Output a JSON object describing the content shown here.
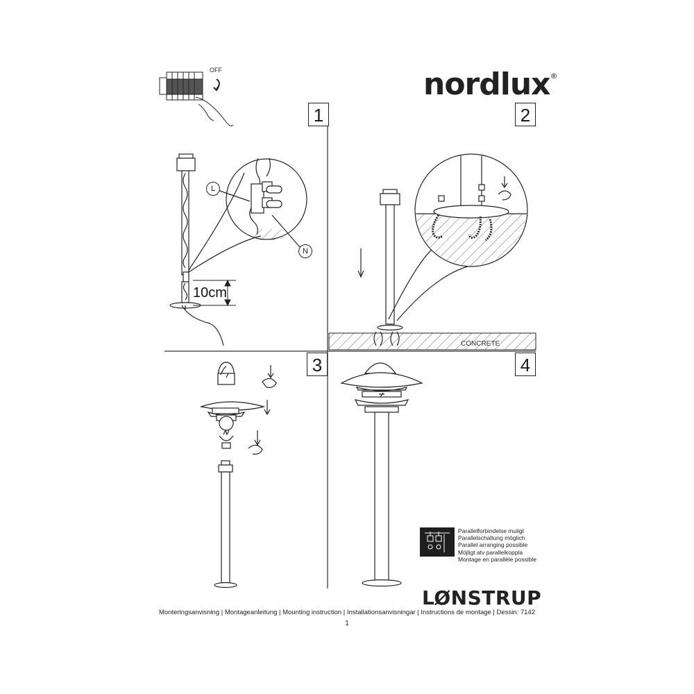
{
  "brand": {
    "name": "nordlux",
    "mark": "®"
  },
  "steps": [
    "1",
    "2",
    "3",
    "4"
  ],
  "switch_label": "OFF",
  "wiring": {
    "live": "L",
    "neutral": "N"
  },
  "measurement": "10cm",
  "surface_label": "CONCRETE",
  "parallel_note": [
    "Parallelforbindelse muligt",
    "Parallelschaltung möglich",
    "Parallel arranging possible",
    "Möjligt atv parallelkoppla",
    "Montage en parallèle possible"
  ],
  "product_name": "LØNSTRUP",
  "footer": "Monteringsanvisning | Montageanleitung | Mounting instruction | Installationsanvisningar | Instructions de montage | Dessin: 7142",
  "page_number": "1"
}
